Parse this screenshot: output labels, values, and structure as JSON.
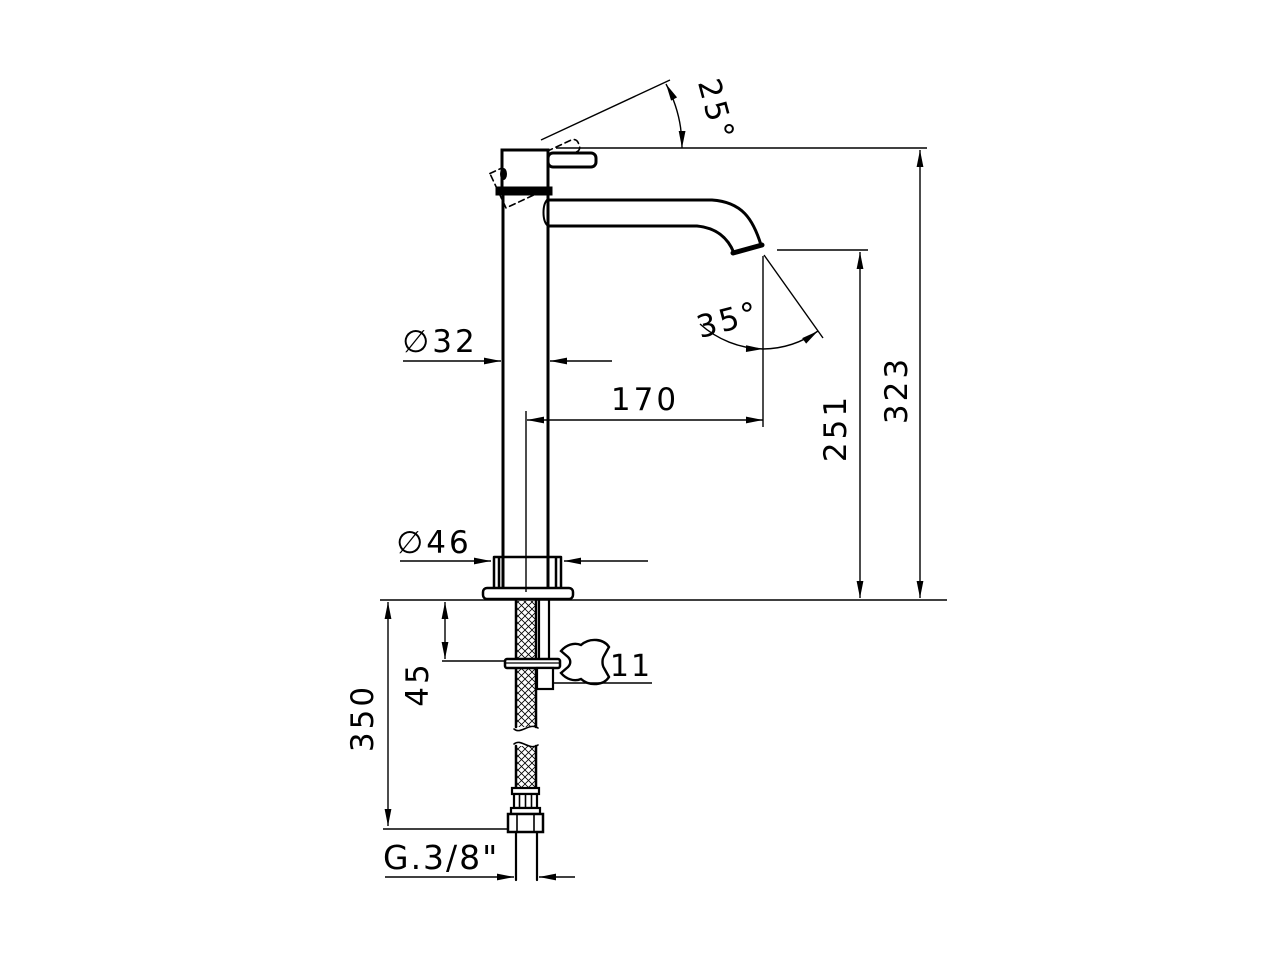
{
  "drawing": {
    "type": "technical-dimension-drawing",
    "subject": "tall single-lever basin mixer tap, side view with under-counter connection",
    "background_color": "#ffffff",
    "line_color": "#000000",
    "labels": {
      "handle_angle": "25°",
      "spout_angle": "35°",
      "body_diameter": "∅32",
      "spout_reach": "170",
      "outlet_height": "251",
      "total_height": "323",
      "base_diameter": "∅46",
      "under_counter_depth": "45",
      "hose_length": "350",
      "wrench_size": "11",
      "thread": "G.3/8\""
    }
  }
}
